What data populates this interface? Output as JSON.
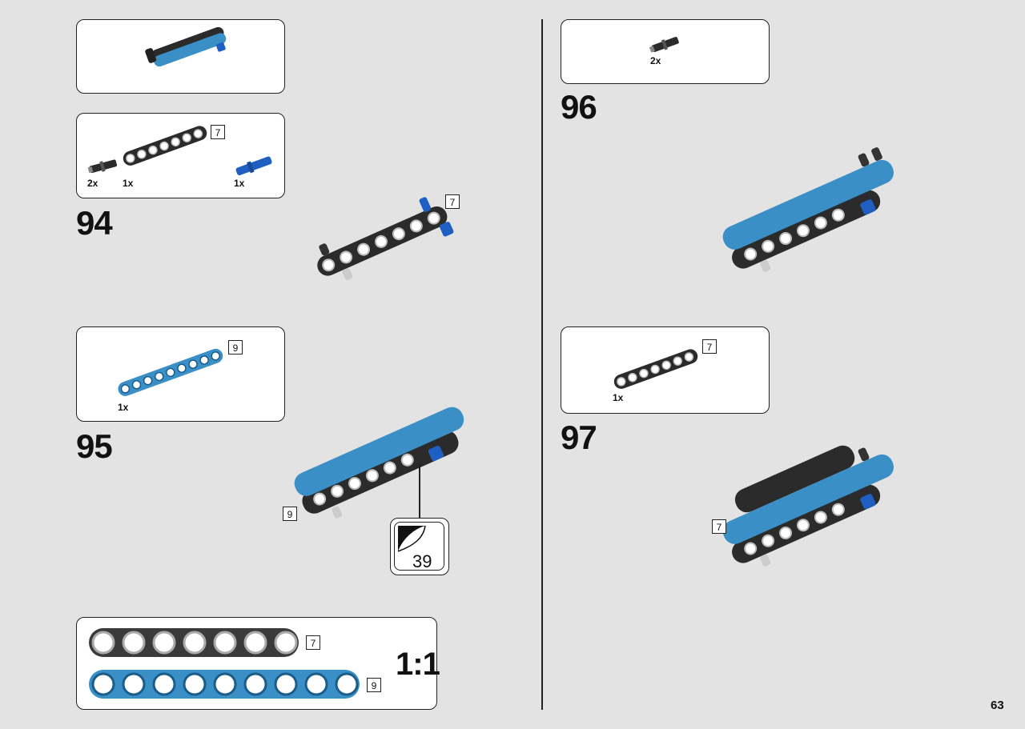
{
  "page_number": "63",
  "steps": [
    {
      "number": "94",
      "parts": [
        {
          "qty": "2x",
          "part": "black-friction-pin"
        },
        {
          "qty": "1x",
          "part": "black-beam",
          "length": "7"
        },
        {
          "qty": "1x",
          "part": "blue-axle-pin"
        }
      ],
      "model_beam_length": "7"
    },
    {
      "number": "95",
      "parts": [
        {
          "qty": "1x",
          "part": "azure-beam",
          "length": "9"
        }
      ],
      "model_beam_length": "9",
      "callout_page": "39"
    },
    {
      "number": "96",
      "parts": [
        {
          "qty": "2x",
          "part": "black-friction-pin"
        }
      ]
    },
    {
      "number": "97",
      "parts": [
        {
          "qty": "1x",
          "part": "black-beam",
          "length": "7"
        }
      ],
      "model_beam_length": "7"
    }
  ],
  "scale_reference": {
    "label": "1:1",
    "beams": [
      {
        "color": "#3a3a3a",
        "holes": 7,
        "length": "7"
      },
      {
        "color": "#3a8fc7",
        "holes": 9,
        "length": "9"
      }
    ]
  },
  "colors": {
    "black_beam": "#2b2b2b",
    "azure_beam": "#3a8fc7",
    "blue_pin": "#1f5fc4",
    "background": "#e3e3e3"
  }
}
